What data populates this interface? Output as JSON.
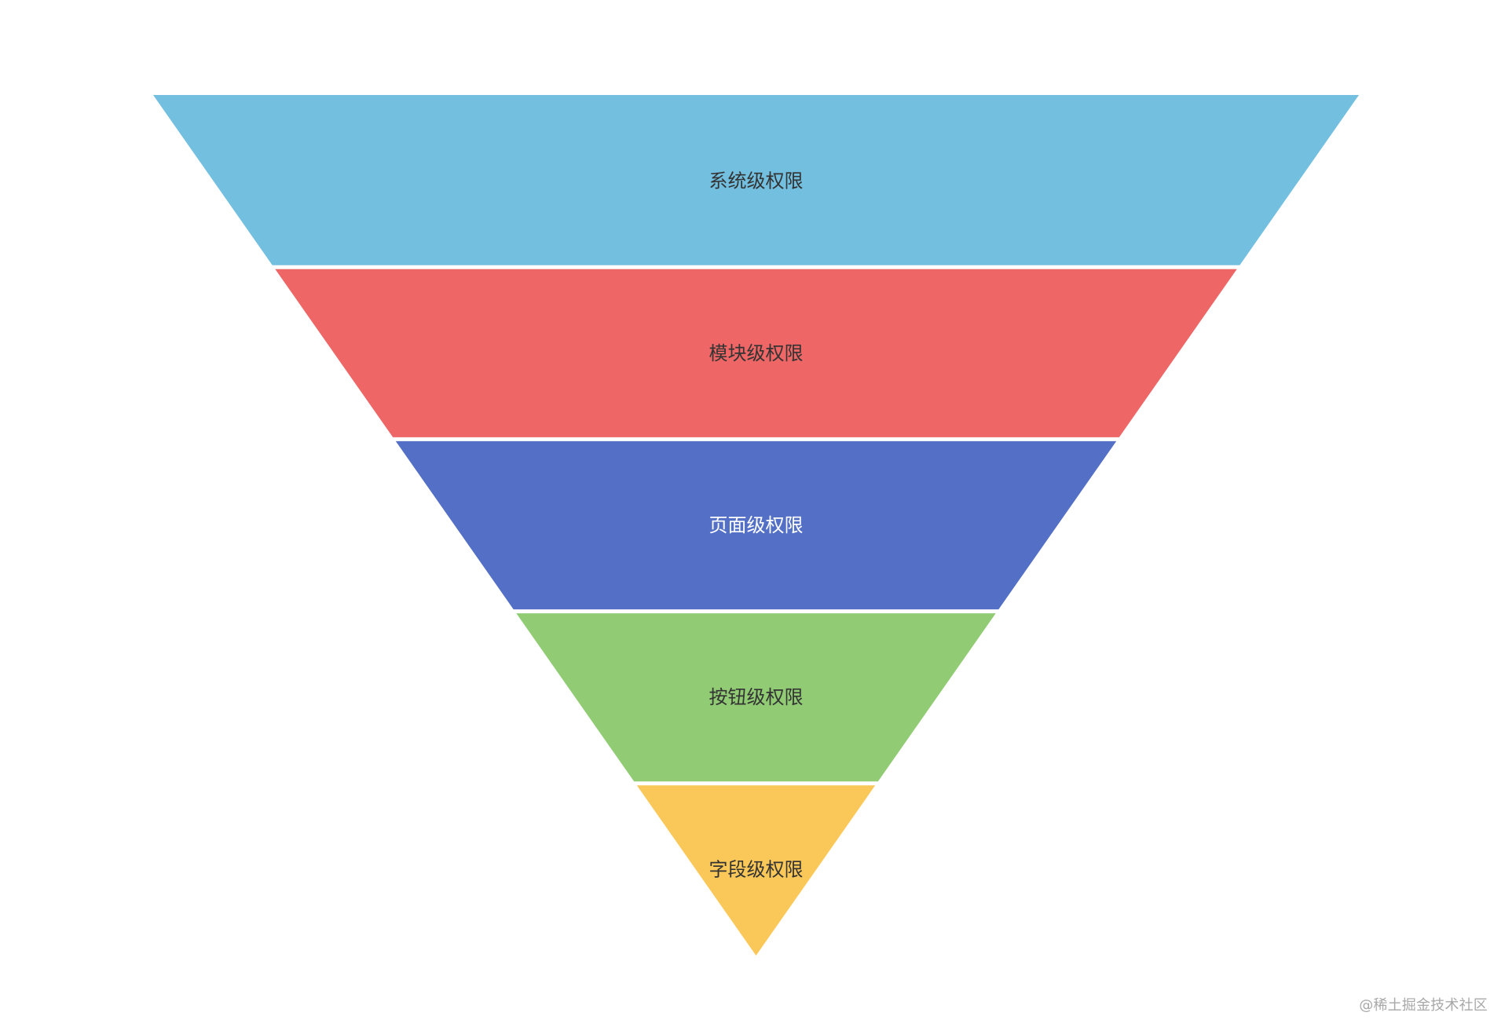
{
  "chart_data": {
    "type": "funnel",
    "sort": "descending",
    "categories": [
      "系统级权限",
      "模块级权限",
      "页面级权限",
      "按钮级权限",
      "字段级权限"
    ],
    "colors": [
      "#73bfdf",
      "#ee6666",
      "#5470c6",
      "#91cc75",
      "#fac858"
    ],
    "label_colors": [
      "#333333",
      "#333333",
      "#ffffff",
      "#333333",
      "#333333"
    ],
    "legend": "none",
    "grid": false
  },
  "watermark": "@稀土掘金技术社区"
}
